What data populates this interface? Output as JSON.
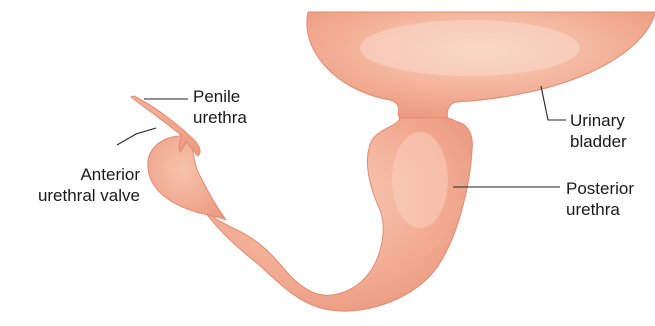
{
  "labels": {
    "penile_urethra": [
      "Penile",
      "urethra"
    ],
    "anterior_urethral_valve": [
      "Anterior",
      "urethral valve"
    ],
    "urinary_bladder": [
      "Urinary",
      "bladder"
    ],
    "posterior_urethra": [
      "Posterior",
      "urethra"
    ]
  },
  "colors": {
    "tissue_fill": "#f0a48b",
    "tissue_highlight": "#f9d2c0",
    "tissue_edge": "#e48a70",
    "leader_line": "#222222"
  }
}
